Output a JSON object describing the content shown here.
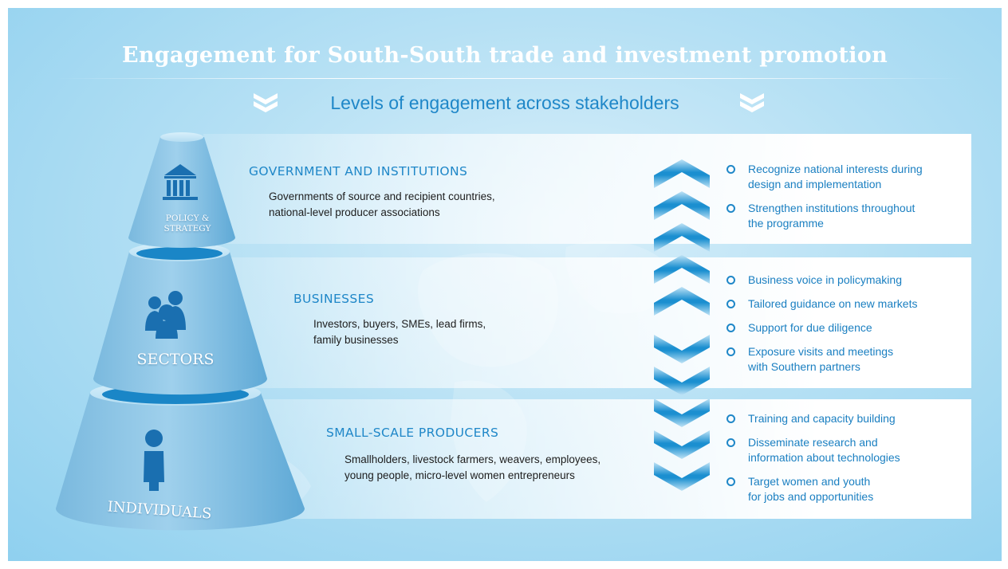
{
  "title": "Engagement for South-South trade and investment promotion",
  "subtitle": "Levels of engagement across stakeholders",
  "colors": {
    "background": "#a9dbf2",
    "accent": "#1f87c8",
    "cone": "#6cb4dd",
    "white": "#ffffff"
  },
  "levels": [
    {
      "tier_label_line1": "POLICY &",
      "tier_label_line2": "STRATEGY",
      "icon": "institution-building-icon",
      "heading": "GOVERNMENT AND INSTITUTIONS",
      "description_line1": "Governments of source and recipient countries,",
      "description_line2": "national-level producer associations",
      "actions": [
        {
          "line1": "Recognize national interests during",
          "line2": "design and implementation"
        },
        {
          "line1": "Strengthen institutions throughout",
          "line2": "the programme"
        }
      ]
    },
    {
      "tier_label_line1": "SECTORS",
      "icon": "people-group-icon",
      "heading": "BUSINESSES",
      "description_line1": "Investors, buyers, SMEs, lead firms,",
      "description_line2": "family businesses",
      "actions": [
        {
          "line1": "Business voice in policymaking"
        },
        {
          "line1": "Tailored guidance on new markets"
        },
        {
          "line1": "Support for due diligence"
        },
        {
          "line1": "Exposure visits and meetings",
          "line2": "with Southern partners"
        }
      ]
    },
    {
      "tier_label_line1": "INDIVIDUALS",
      "icon": "person-icon",
      "heading": "SMALL-SCALE PRODUCERS",
      "description_line1": "Smallholders, livestock farmers, weavers, employees,",
      "description_line2": "young people, micro-level women entrepreneurs",
      "actions": [
        {
          "line1": "Training and capacity building"
        },
        {
          "line1": "Disseminate research and",
          "line2": "information about technologies"
        },
        {
          "line1": "Target women and youth",
          "line2": "for jobs and opportunities"
        }
      ]
    }
  ]
}
